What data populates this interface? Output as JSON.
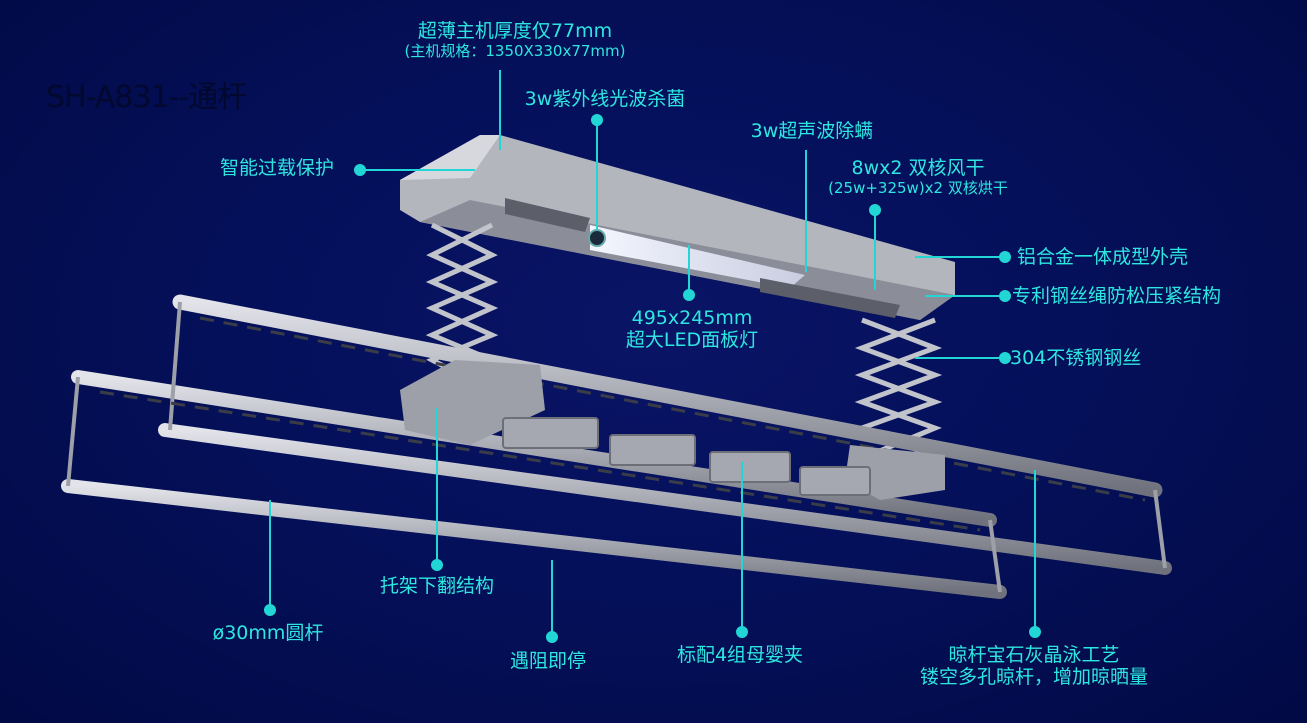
{
  "model_title": "SH-A831--通杆",
  "colors": {
    "background": "#030c4a",
    "label": "#2ee6e0",
    "leader": "#22d6d6",
    "metal": "#a8aab3"
  },
  "callouts": {
    "thin_body": {
      "line1": "超薄主机厚度仅77mm",
      "line2": "(主机规格：1350X330x77mm)"
    },
    "uv": "3w紫外线光波杀菌",
    "ultrasonic": "3w超声波除螨",
    "dryer": {
      "line1": "8wx2 双核风干",
      "line2": "(25w+325w)x2 双核烘干"
    },
    "overload": "智能过载保护",
    "shell": "铝合金一体成型外壳",
    "rope_lock": "专利钢丝绳防松压紧结构",
    "steel_wire": "304不锈钢钢丝",
    "led": {
      "line1": "495x245mm",
      "line2": "超大LED面板灯"
    },
    "bracket": "托架下翻结构",
    "rod": "ø30mm圆杆",
    "stop": "遇阻即停",
    "clips": "标配4组母婴夹",
    "finish": {
      "line1": "晾杆宝石灰晶泳工艺",
      "line2": "镂空多孔晾杆，增加晾晒量"
    }
  }
}
